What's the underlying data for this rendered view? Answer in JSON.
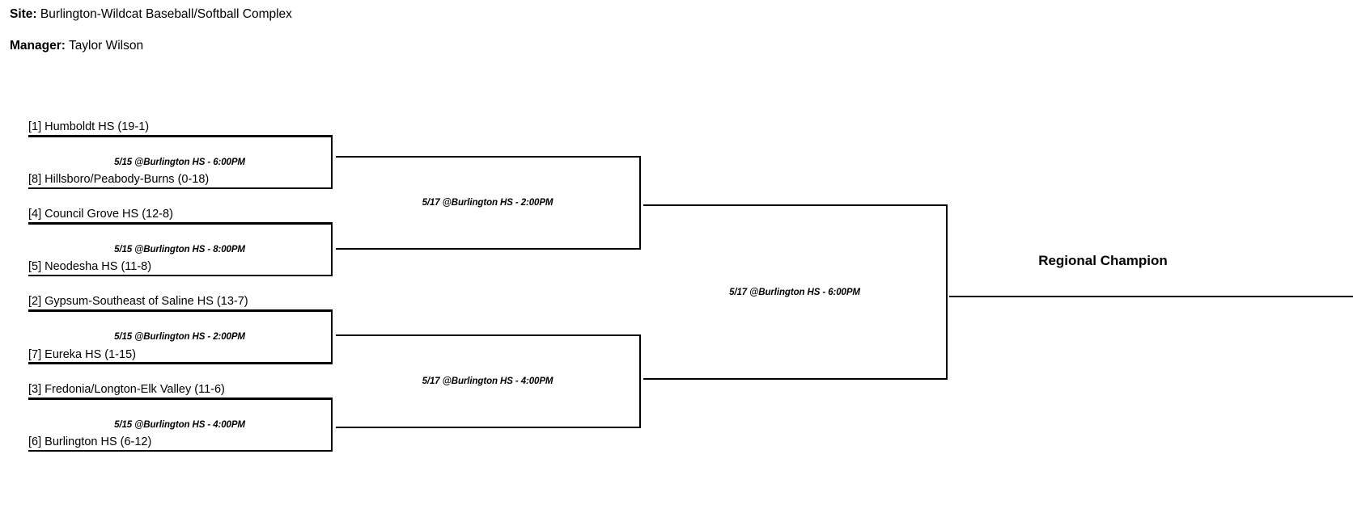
{
  "header": {
    "site_label": "Site:",
    "site_value": "Burlington-Wildcat Baseball/Softball Complex",
    "manager_label": "Manager:",
    "manager_value": "Taylor Wilson"
  },
  "bracket": {
    "champion_label": "Regional Champion",
    "round1": [
      {
        "top_team": "[1] Humboldt HS   (19-1)",
        "bottom_team": "[8] Hillsboro/Peabody-Burns  (0-18)",
        "game_info": "5/15 @Burlington HS - 6:00PM"
      },
      {
        "top_team": "[4] Council Grove HS   (12-8)",
        "bottom_team": "[5] Neodesha HS  (11-8)",
        "game_info": "5/15 @Burlington HS - 8:00PM"
      },
      {
        "top_team": "[2] Gypsum-Southeast of Saline HS   (13-7)",
        "bottom_team": "[7] Eureka HS  (1-15)",
        "game_info": "5/15 @Burlington HS - 2:00PM"
      },
      {
        "top_team": "[3] Fredonia/Longton-Elk Valley   (11-6)",
        "bottom_team": "[6] Burlington HS  (6-12)",
        "game_info": "5/15 @Burlington HS - 4:00PM"
      }
    ],
    "round2": [
      {
        "game_info": "5/17 @Burlington HS - 2:00PM"
      },
      {
        "game_info": "5/17 @Burlington HS - 4:00PM"
      }
    ],
    "final": {
      "game_info": "5/17 @Burlington HS - 6:00PM"
    }
  }
}
